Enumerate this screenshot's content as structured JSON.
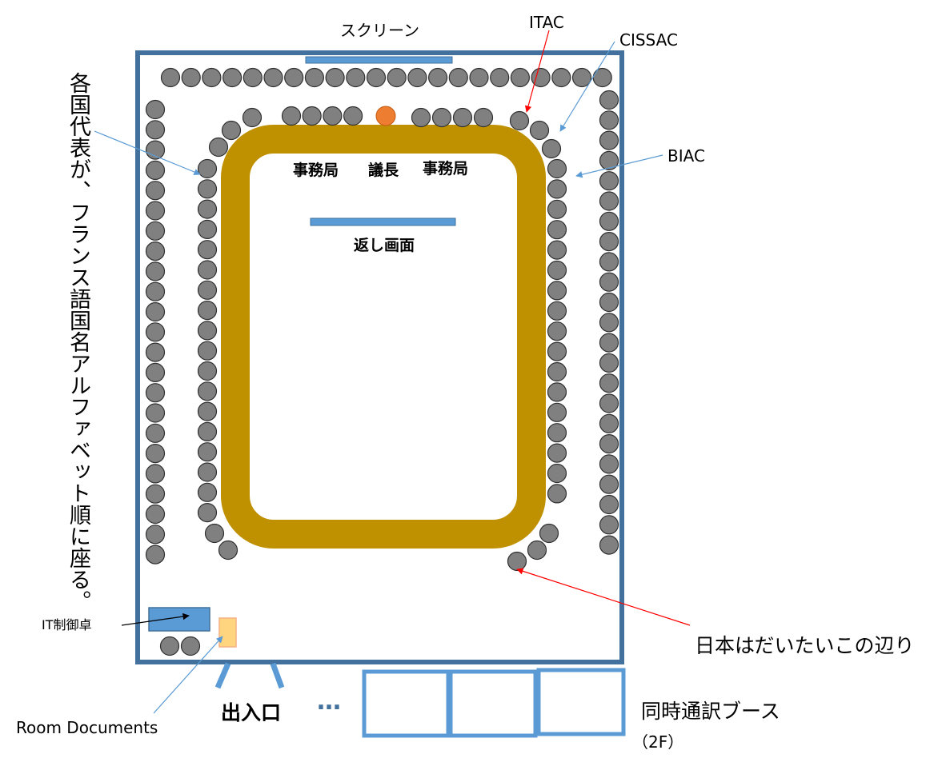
{
  "labels": {
    "screen": "スクリーン",
    "itac": "ITAC",
    "cissac": "CISSAC",
    "biac": "BIAC",
    "delegates_note": "各国代表が、フランス語国名アルファベット順に座る。",
    "secretariat_left": "事務局",
    "chair": "議長",
    "secretariat_right": "事務局",
    "return_screen": "返し画面",
    "japan_note": "日本はだいたいこの辺り",
    "it_control_desk": "IT制御卓",
    "room_documents": "Room Documents",
    "entrance": "出入口",
    "ellipsis": "…",
    "interpretation_booths": "同時通訳ブース",
    "booths_floor": "（2F）"
  },
  "colors": {
    "room_wall": "#41719c",
    "screen_fill": "#5b9bd5",
    "table_ring": "#bf9000",
    "seat_fill": "#808080",
    "seat_stroke": "#303030",
    "chair_seat": "#ed7d31",
    "docs_box": "#ffd580",
    "red_arrow": "#ff0000",
    "blue_arrow": "#5b9bd5"
  }
}
